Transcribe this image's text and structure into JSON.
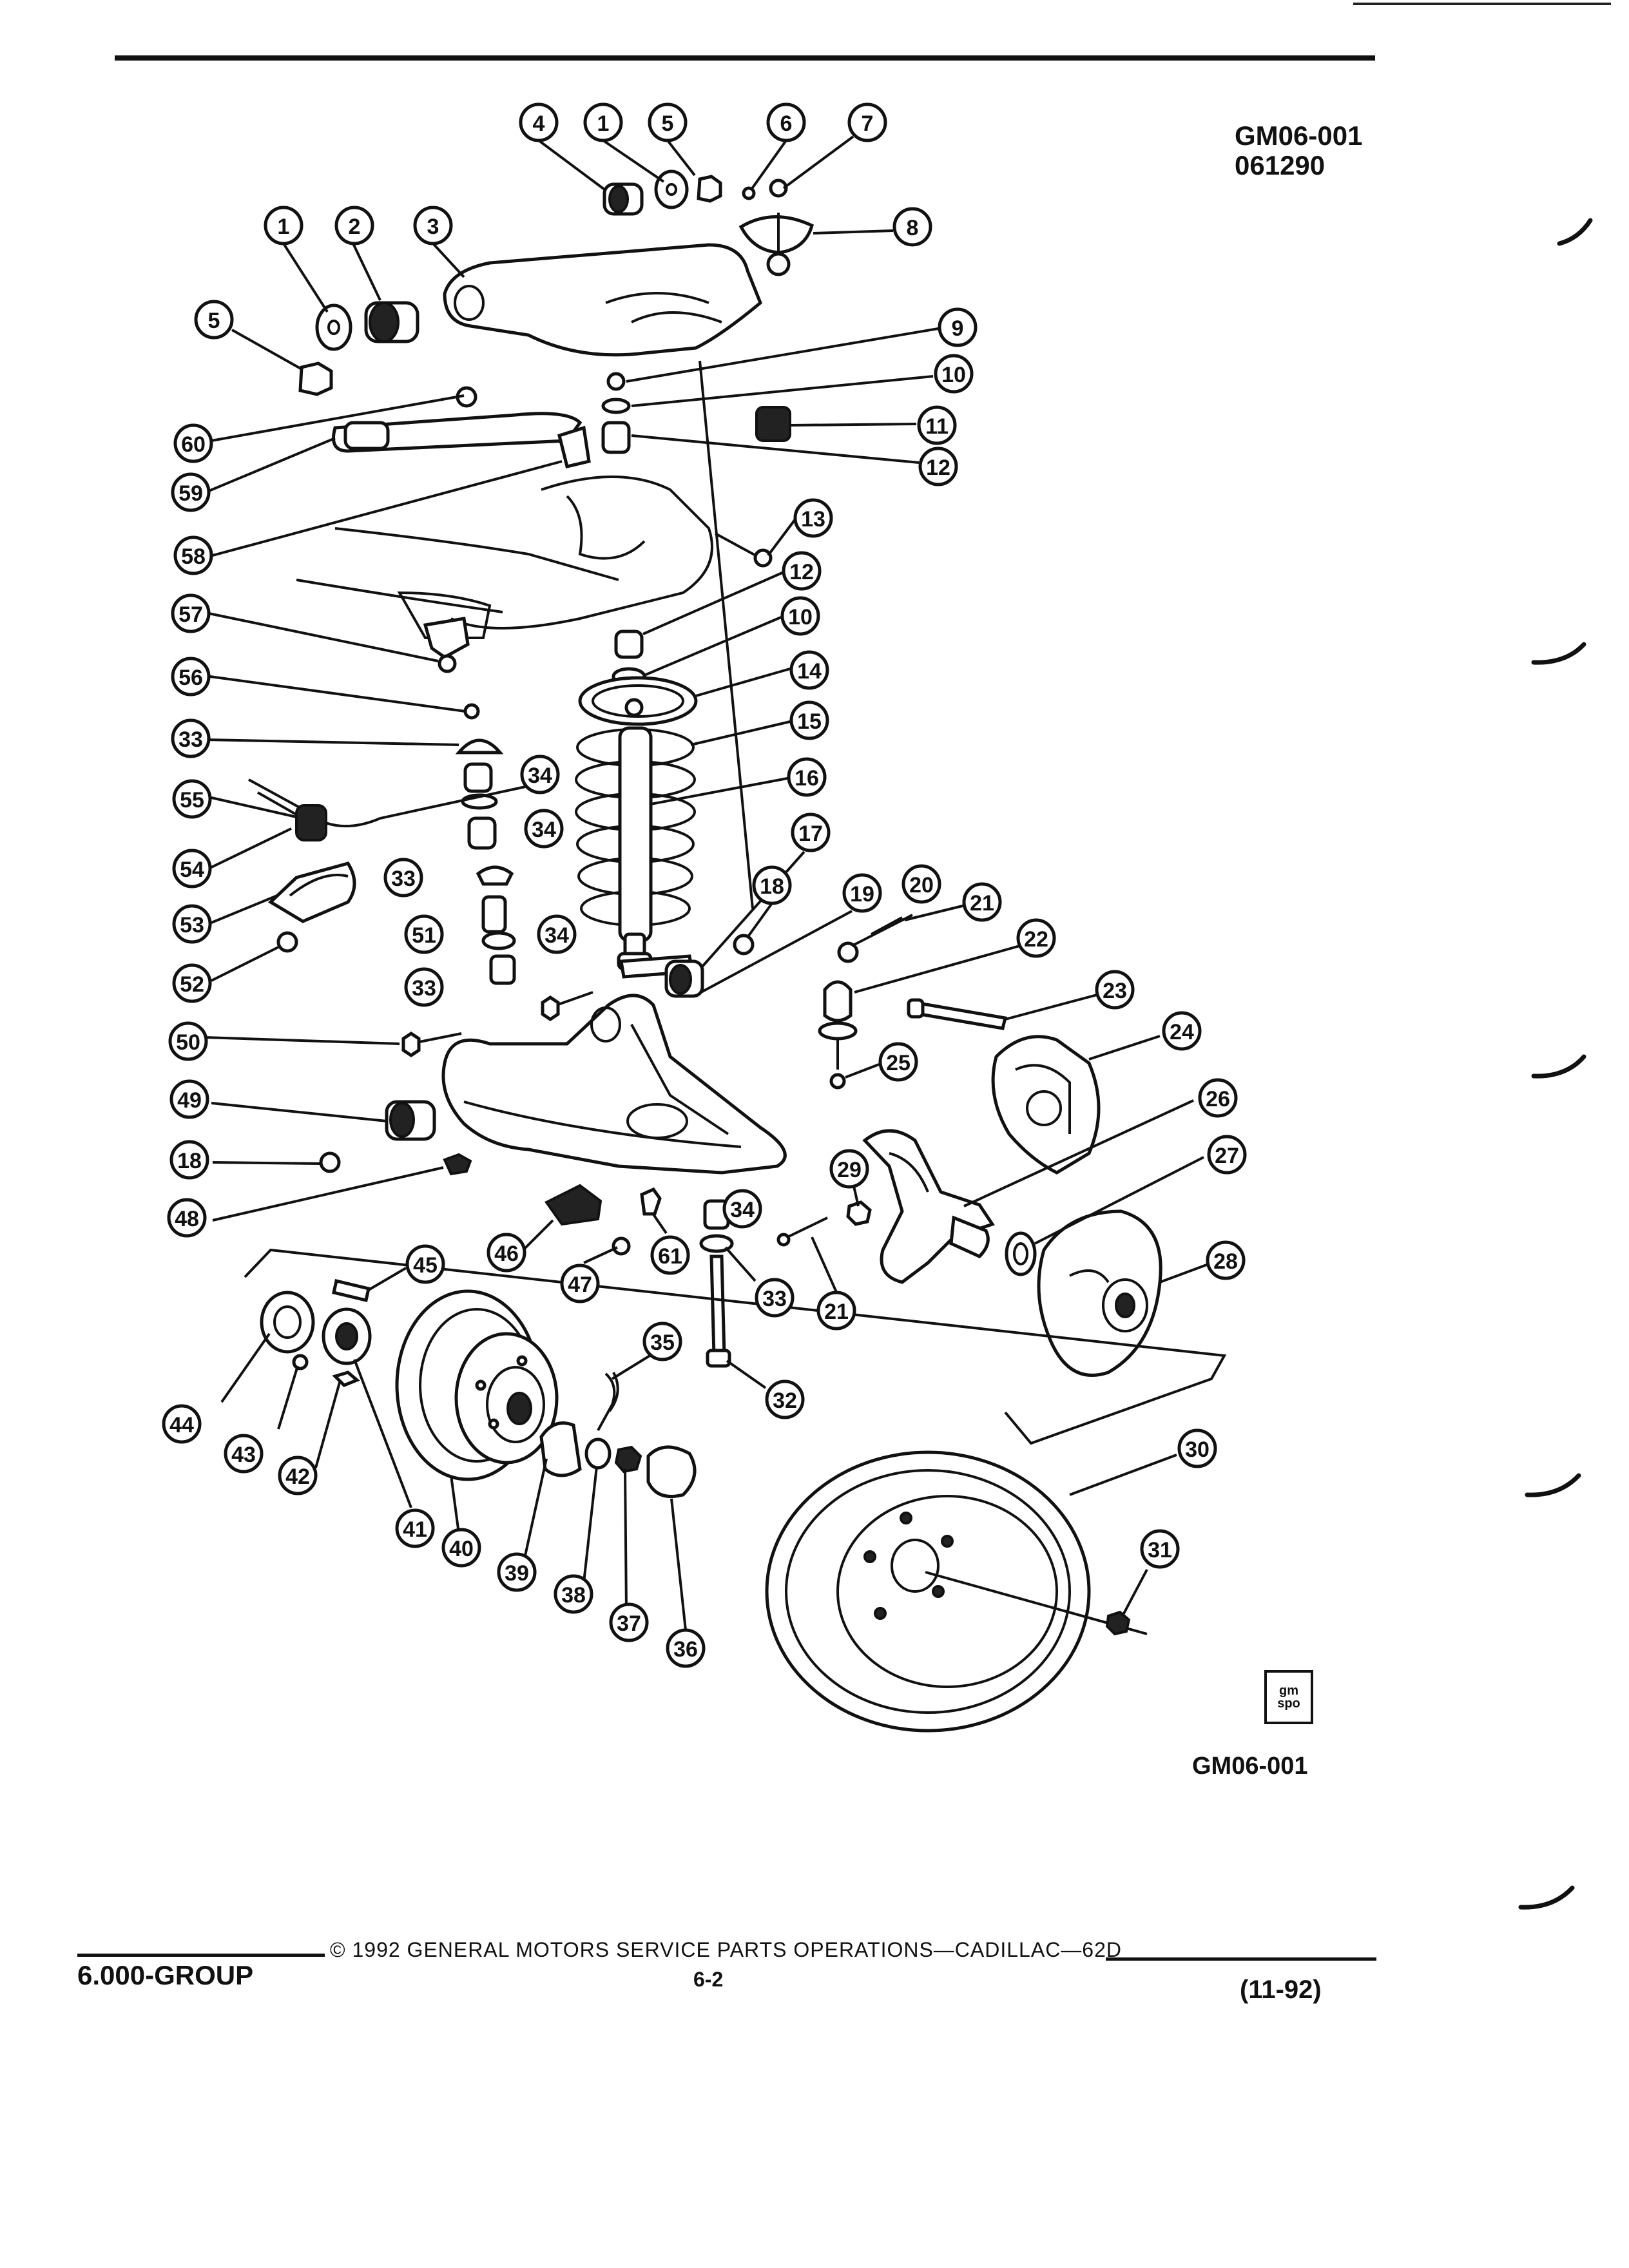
{
  "header": {
    "figure_id": "GM06-001",
    "date_code": "061290"
  },
  "figure_caption": "GM06-001",
  "logo": {
    "line1": "gm",
    "line2": "spo"
  },
  "footer": {
    "group": "6.000-GROUP",
    "copyright": "© 1992 GENERAL MOTORS SERVICE PARTS OPERATIONS—CADILLAC—62D",
    "page": "6-2",
    "revision": "(11-92)"
  },
  "callouts": [
    {
      "id": "c1a",
      "label": "1"
    },
    {
      "id": "c2",
      "label": "2"
    },
    {
      "id": "c3",
      "label": "3"
    },
    {
      "id": "c4",
      "label": "4"
    },
    {
      "id": "c1b",
      "label": "1"
    },
    {
      "id": "c5a",
      "label": "5"
    },
    {
      "id": "c6",
      "label": "6"
    },
    {
      "id": "c7",
      "label": "7"
    },
    {
      "id": "c5b",
      "label": "5"
    },
    {
      "id": "c8",
      "label": "8"
    },
    {
      "id": "c9",
      "label": "9"
    },
    {
      "id": "c10a",
      "label": "10"
    },
    {
      "id": "c11",
      "label": "11"
    },
    {
      "id": "c60",
      "label": "60"
    },
    {
      "id": "c59",
      "label": "59"
    },
    {
      "id": "c12a",
      "label": "12"
    },
    {
      "id": "c58",
      "label": "58"
    },
    {
      "id": "c13",
      "label": "13"
    },
    {
      "id": "c12b",
      "label": "12"
    },
    {
      "id": "c57",
      "label": "57"
    },
    {
      "id": "c10b",
      "label": "10"
    },
    {
      "id": "c14",
      "label": "14"
    },
    {
      "id": "c56",
      "label": "56"
    },
    {
      "id": "c15",
      "label": "15"
    },
    {
      "id": "c33a",
      "label": "33"
    },
    {
      "id": "c34a",
      "label": "34"
    },
    {
      "id": "c16",
      "label": "16"
    },
    {
      "id": "c55",
      "label": "55"
    },
    {
      "id": "c34b",
      "label": "34"
    },
    {
      "id": "c17",
      "label": "17"
    },
    {
      "id": "c54",
      "label": "54"
    },
    {
      "id": "c33b",
      "label": "33"
    },
    {
      "id": "c18a",
      "label": "18"
    },
    {
      "id": "c19",
      "label": "19"
    },
    {
      "id": "c20",
      "label": "20"
    },
    {
      "id": "c21a",
      "label": "21"
    },
    {
      "id": "c53",
      "label": "53"
    },
    {
      "id": "c51",
      "label": "51"
    },
    {
      "id": "c34c",
      "label": "34"
    },
    {
      "id": "c22",
      "label": "22"
    },
    {
      "id": "c52",
      "label": "52"
    },
    {
      "id": "c33c",
      "label": "33"
    },
    {
      "id": "c23",
      "label": "23"
    },
    {
      "id": "c50",
      "label": "50"
    },
    {
      "id": "c24",
      "label": "24"
    },
    {
      "id": "c25",
      "label": "25"
    },
    {
      "id": "c49",
      "label": "49"
    },
    {
      "id": "c26",
      "label": "26"
    },
    {
      "id": "c18b",
      "label": "18"
    },
    {
      "id": "c27",
      "label": "27"
    },
    {
      "id": "c29",
      "label": "29"
    },
    {
      "id": "c48",
      "label": "48"
    },
    {
      "id": "c34d",
      "label": "34"
    },
    {
      "id": "c46",
      "label": "46"
    },
    {
      "id": "c61",
      "label": "61"
    },
    {
      "id": "c28",
      "label": "28"
    },
    {
      "id": "c47",
      "label": "47"
    },
    {
      "id": "c45",
      "label": "45"
    },
    {
      "id": "c33d",
      "label": "33"
    },
    {
      "id": "c21b",
      "label": "21"
    },
    {
      "id": "c35",
      "label": "35"
    },
    {
      "id": "c32",
      "label": "32"
    },
    {
      "id": "c44",
      "label": "44"
    },
    {
      "id": "c43",
      "label": "43"
    },
    {
      "id": "c30",
      "label": "30"
    },
    {
      "id": "c42",
      "label": "42"
    },
    {
      "id": "c41",
      "label": "41"
    },
    {
      "id": "c40",
      "label": "40"
    },
    {
      "id": "c31",
      "label": "31"
    },
    {
      "id": "c39",
      "label": "39"
    },
    {
      "id": "c38",
      "label": "38"
    },
    {
      "id": "c37",
      "label": "37"
    },
    {
      "id": "c36",
      "label": "36"
    }
  ]
}
